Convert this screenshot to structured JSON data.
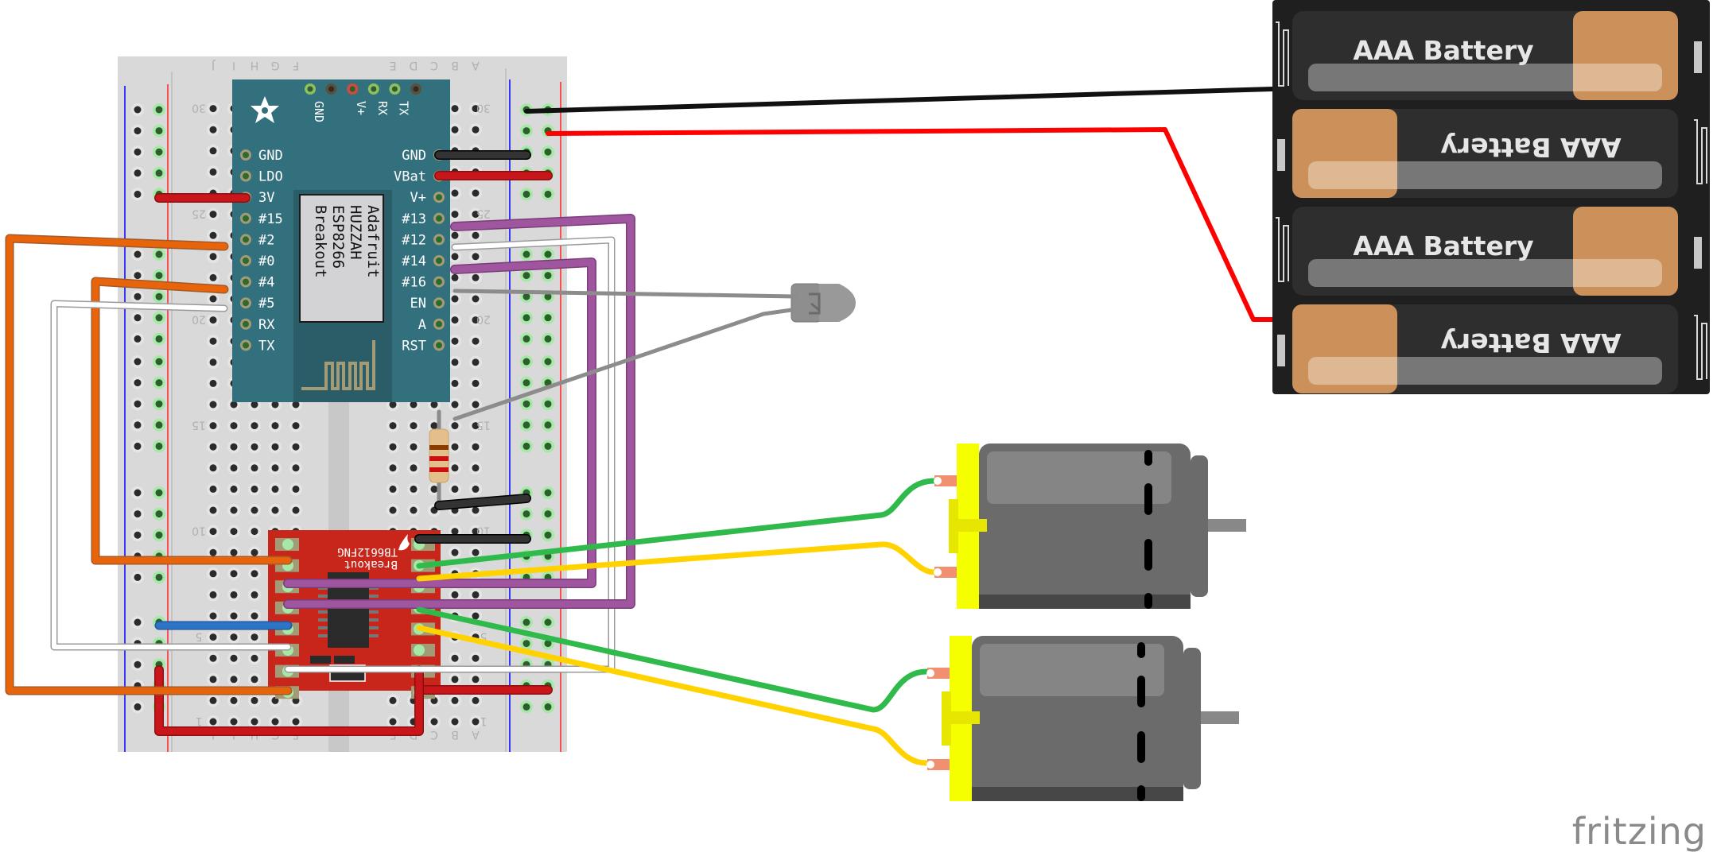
{
  "app": {
    "brand": "fritzing"
  },
  "breadboard": {
    "column_letters_left": [
      "J",
      "I",
      "H",
      "G",
      "F"
    ],
    "column_letters_right": [
      "E",
      "D",
      "C",
      "B",
      "A"
    ],
    "row_labels": [
      "30",
      "25",
      "20",
      "15",
      "10",
      "5",
      "1"
    ]
  },
  "esp8266": {
    "title_lines": [
      "Adafruit",
      "HUZZAH",
      "ESP8266",
      "Breakout"
    ],
    "top_pins": [
      "GND",
      "",
      "V+",
      "RX",
      "TX",
      ""
    ],
    "left_pins": [
      "GND",
      "LDO",
      "3V",
      "#15",
      "#2",
      "#0",
      "#4",
      "#5",
      "RX",
      "TX"
    ],
    "right_pins": [
      "GND",
      "VBat",
      "V+",
      "#13",
      "#12",
      "#14",
      "#16",
      "EN",
      "A",
      "RST"
    ],
    "color": "#33707d"
  },
  "motor_driver": {
    "label_line1": "TB6612FNG",
    "label_line2": "Breakout",
    "color": "#c8251b"
  },
  "battery_pack": {
    "cells": [
      {
        "label": "AAA Battery",
        "flipped": false
      },
      {
        "label": "AAA Battery",
        "flipped": true
      },
      {
        "label": "AAA Battery",
        "flipped": false
      },
      {
        "label": "AAA Battery",
        "flipped": true
      }
    ]
  },
  "components": {
    "photocell": "phototransistor",
    "resistor_bands": [
      "#8b3a00",
      "#cc1010",
      "#cc1010"
    ],
    "motors": [
      "DC Motor 1",
      "DC Motor 2"
    ]
  },
  "wire_colors": {
    "black": "#111111",
    "red": "#ff0000",
    "dark_red": "#c8161b",
    "orange": "#e8640a",
    "white": "#ffffff",
    "purple": "#a0569f",
    "green": "#2fba4b",
    "yellow": "#ffd200",
    "blue": "#2d73c6",
    "gray": "#8c8c8c"
  }
}
